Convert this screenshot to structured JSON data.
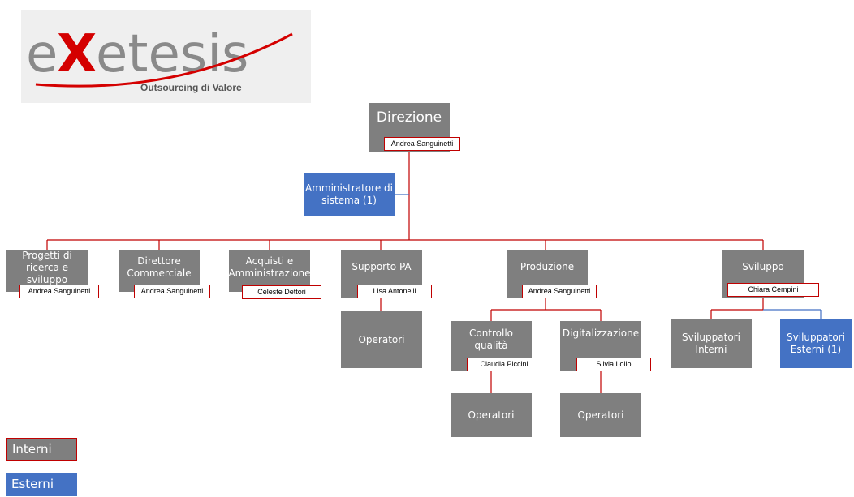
{
  "logo": {
    "brand": "exetesis",
    "tagline": "Outsourcing di Valore"
  },
  "colors": {
    "interni": "#7f7f7f",
    "esterni": "#4472c4",
    "name_border": "#c00000",
    "line": "#c00000",
    "line_blue": "#4472c4"
  },
  "org": {
    "direzione": {
      "title": "Direzione",
      "person": "Andrea Sanguinetti"
    },
    "amministratore": {
      "title": "Amministratore di sistema (1)"
    },
    "progetti": {
      "title": "Progetti di ricerca e sviluppo",
      "person": "Andrea Sanguinetti"
    },
    "direttore": {
      "title": "Direttore Commerciale",
      "person": "Andrea Sanguinetti"
    },
    "acquisti": {
      "title": "Acquisti e Amministrazione",
      "person": "Celeste Dettori"
    },
    "supporto": {
      "title": "Supporto PA",
      "person": "Lisa Antonelli"
    },
    "produzione": {
      "title": "Produzione",
      "person": "Andrea Sanguinetti"
    },
    "sviluppo": {
      "title": "Sviluppo",
      "person": "Chiara Cempini"
    },
    "operatori_supporto": {
      "title": "Operatori"
    },
    "controllo": {
      "title": "Controllo qualità",
      "person": "Claudia Piccini"
    },
    "digitalizzazione": {
      "title": "Digitalizzazione",
      "person": "Silvia Lollo"
    },
    "operatori_controllo": {
      "title": "Operatori"
    },
    "operatori_digitalizzazione": {
      "title": "Operatori"
    },
    "sviluppatori_interni": {
      "title": "Sviluppatori Interni"
    },
    "sviluppatori_esterni": {
      "title": "Sviluppatori Esterni (1)"
    }
  },
  "legend": {
    "interni": "Interni",
    "esterni": "Esterni"
  }
}
